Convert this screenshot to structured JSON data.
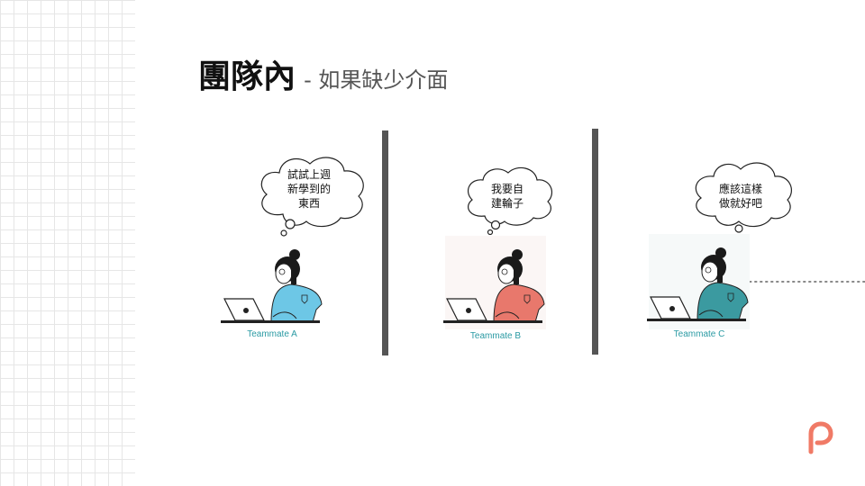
{
  "slide": {
    "title_main": "團隊內",
    "title_sub": "- 如果缺少介面"
  },
  "colors": {
    "label": "#2a9aa3",
    "divider": "#555555",
    "logo": "#f07a66"
  },
  "teammates": [
    {
      "label": "Teammate A",
      "thought": "試試上週\n新學到的\n東西",
      "shirt": "#6dc7e6"
    },
    {
      "label": "Teammate B",
      "thought": "我要自\n建輪子",
      "shirt": "#e8786c"
    },
    {
      "label": "Teammate C",
      "thought": "應該這樣\n做就好吧",
      "shirt": "#3b9aa0"
    }
  ]
}
